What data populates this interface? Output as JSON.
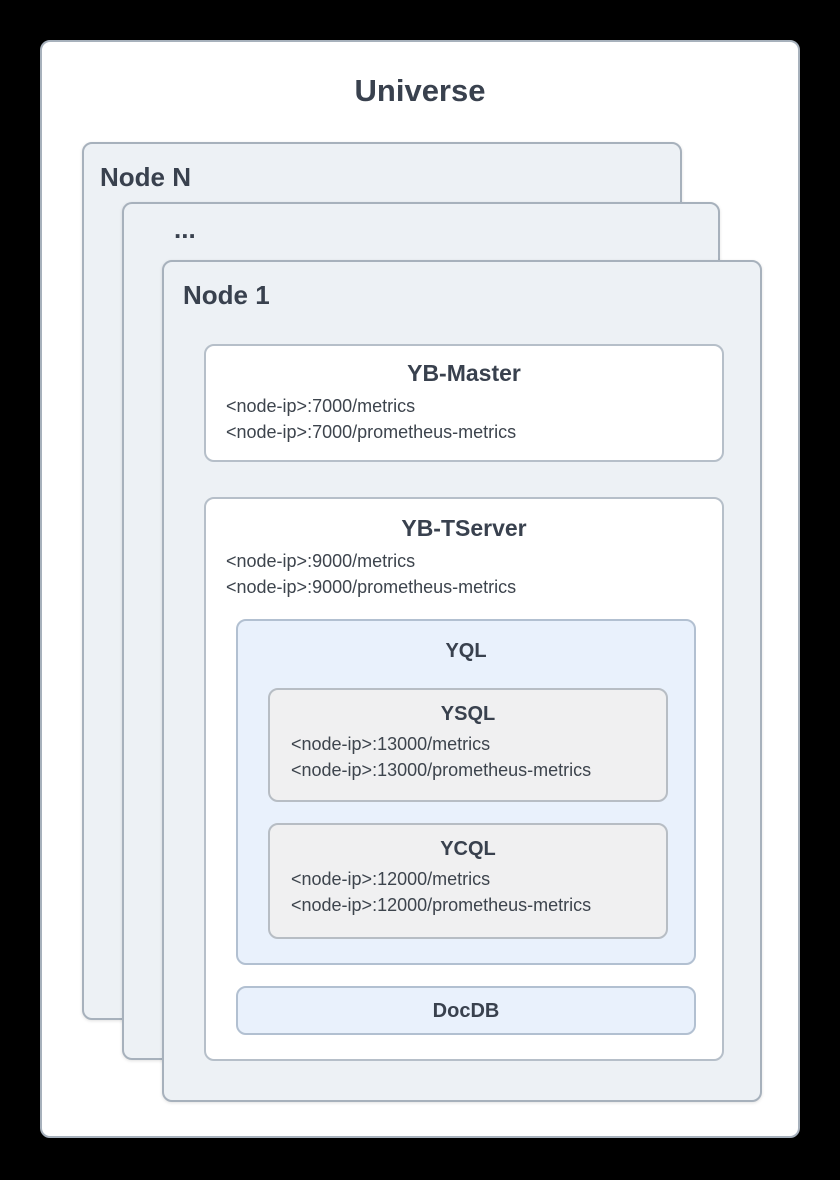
{
  "universe": {
    "title": "Universe",
    "nodes": {
      "back": {
        "label": "Node N"
      },
      "middle": {
        "label": "..."
      },
      "front": {
        "label": "Node 1",
        "yb_master": {
          "title": "YB-Master",
          "endpoints": [
            "<node-ip>:7000/metrics",
            "<node-ip>:7000/prometheus-metrics"
          ]
        },
        "yb_tserver": {
          "title": "YB-TServer",
          "endpoints": [
            "<node-ip>:9000/metrics",
            "<node-ip>:9000/prometheus-metrics"
          ],
          "yql": {
            "title": "YQL",
            "ysql": {
              "title": "YSQL",
              "endpoints": [
                "<node-ip>:13000/metrics",
                "<node-ip>:13000/prometheus-metrics"
              ]
            },
            "ycql": {
              "title": "YCQL",
              "endpoints": [
                "<node-ip>:12000/metrics",
                "<node-ip>:12000/prometheus-metrics"
              ]
            }
          },
          "docdb": {
            "title": "DocDB"
          }
        }
      }
    },
    "colors": {
      "page_background": "#000000",
      "universe_fill": "#ffffff",
      "node_fill": "#edf1f5",
      "node_border": "#a7b1bc",
      "component_fill": "#ffffff",
      "component_border": "#b6bfc9",
      "yql_fill": "#e9f1fc",
      "yql_border": "#b2c0d1",
      "api_fill": "#f0f0f1",
      "api_border": "#b7bdc4",
      "heading_text": "#39414e",
      "body_text": "#3d444d"
    }
  }
}
